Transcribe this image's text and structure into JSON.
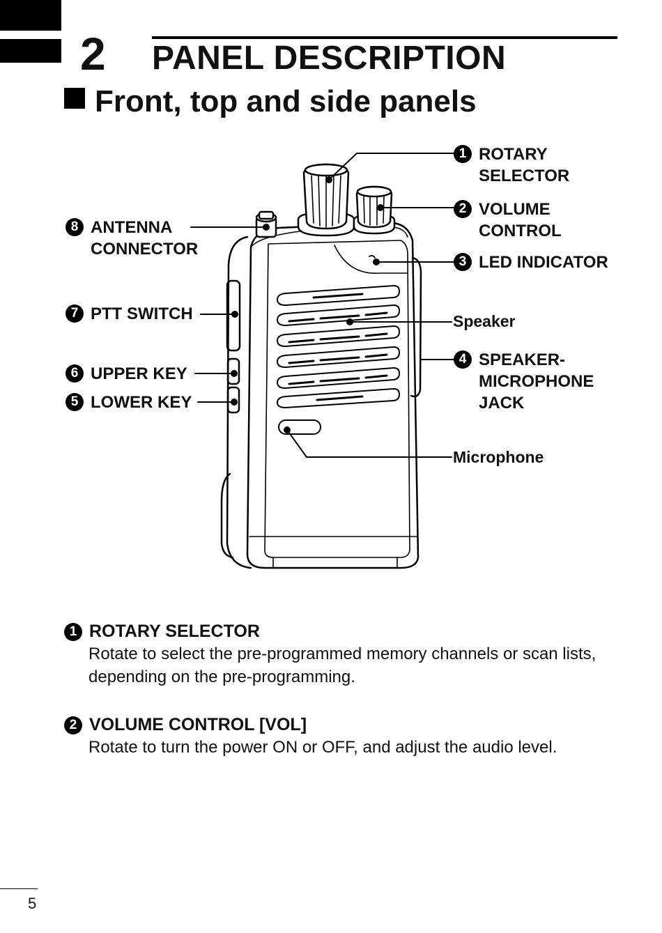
{
  "chapter": {
    "number": "2",
    "title": "PANEL DESCRIPTION"
  },
  "section": {
    "title": "Front, top and side panels"
  },
  "callouts": {
    "c1": {
      "num": "1",
      "line1": "ROTARY",
      "line2": "SELECTOR"
    },
    "c2": {
      "num": "2",
      "line1": "VOLUME",
      "line2": "CONTROL"
    },
    "c3": {
      "num": "3",
      "line1": "LED INDICATOR"
    },
    "speaker": "Speaker",
    "c4": {
      "num": "4",
      "line1": "SPEAKER-",
      "line2": "MICROPHONE",
      "line3": "JACK"
    },
    "microphone": "Microphone",
    "c8": {
      "num": "8",
      "line1": "ANTENNA",
      "line2": "CONNECTOR"
    },
    "c7": {
      "num": "7",
      "line1": "PTT SWITCH"
    },
    "c6": {
      "num": "6",
      "line1": "UPPER KEY"
    },
    "c5": {
      "num": "5",
      "line1": "LOWER KEY"
    }
  },
  "descriptions": [
    {
      "num": "1",
      "title": "ROTARY SELECTOR",
      "body": "Rotate to select the pre-programmed memory channels or scan lists, depending on the pre-programming."
    },
    {
      "num": "2",
      "title": "VOLUME CONTROL [VOL]",
      "body": "Rotate to turn the power ON or OFF, and adjust the audio level."
    }
  ],
  "page_number": "5",
  "icons": {
    "radio": "handheld-radio-illustration",
    "bullet": "black-square-icon"
  }
}
